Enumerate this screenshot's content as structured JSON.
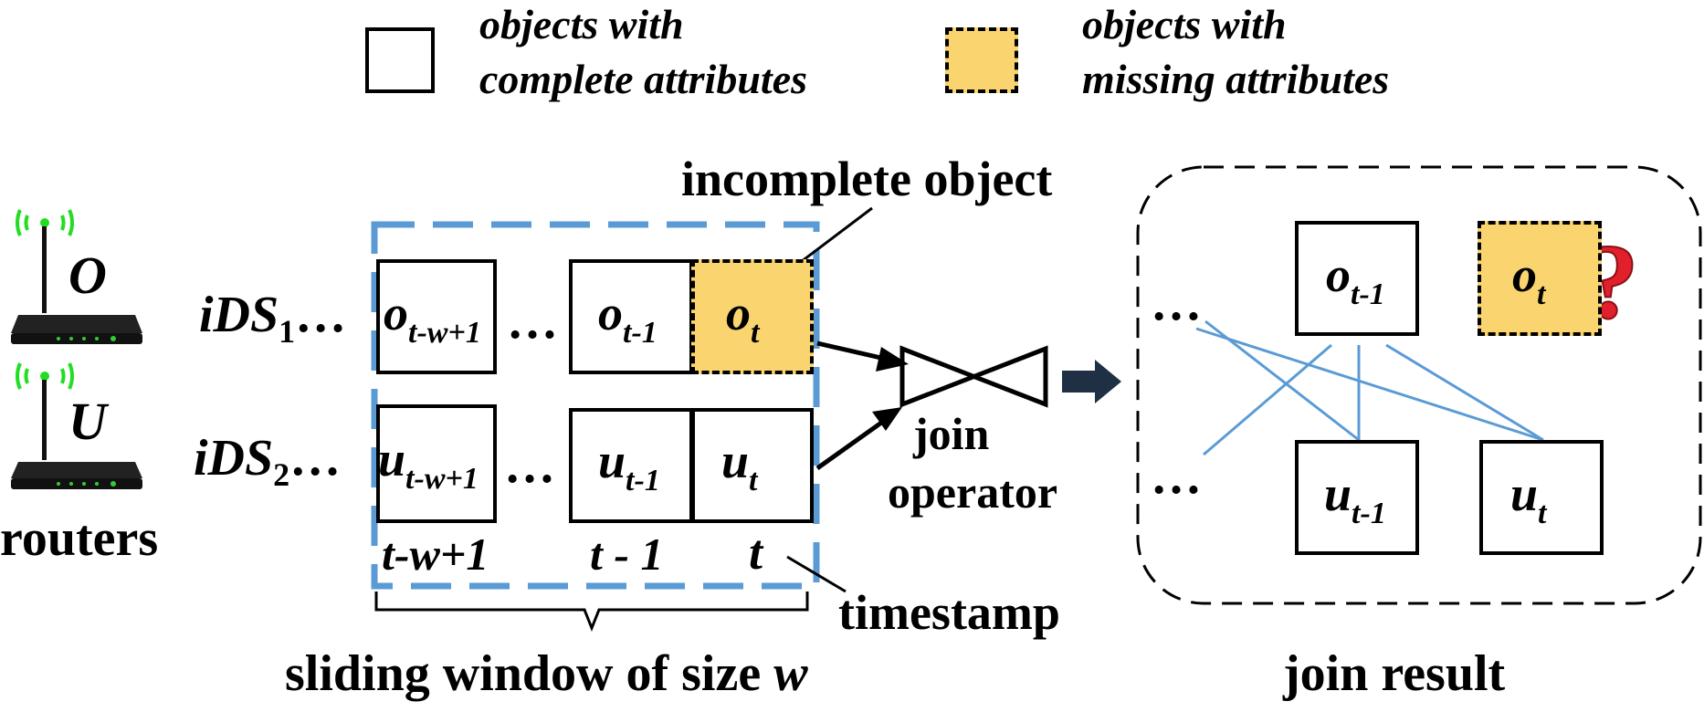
{
  "legend": {
    "complete": [
      "objects with",
      "complete attributes"
    ],
    "missing": [
      "objects with",
      "missing attributes"
    ]
  },
  "routers": {
    "label": "routers",
    "o": "O",
    "u": "U"
  },
  "streams": {
    "ids1": {
      "name": "iDS",
      "sub": "1",
      "dots": "…"
    },
    "ids2": {
      "name": "iDS",
      "sub": "2",
      "dots": "…"
    }
  },
  "cells": {
    "o_first": {
      "base": "o",
      "sub": "t-w+1"
    },
    "o_prev": {
      "base": "o",
      "sub": "t-1"
    },
    "o_t": {
      "base": "o",
      "sub": "t"
    },
    "u_first": {
      "base": "u",
      "sub": "t-w+1"
    },
    "u_prev": {
      "base": "u",
      "sub": "t-1"
    },
    "u_t": {
      "base": "u",
      "sub": "t"
    }
  },
  "middle_dots": "…",
  "timestamps": [
    "t-w+1",
    "t - 1",
    "t"
  ],
  "annotations": {
    "incomplete_object": "incomplete object",
    "join_operator": [
      "join",
      "operator"
    ],
    "timestamp": "timestamp",
    "sliding_window": "sliding window of size ",
    "sliding_window_var": "w",
    "join_result": "join result"
  },
  "result": {
    "o_prev": {
      "base": "o",
      "sub": "t-1"
    },
    "o_t": {
      "base": "o",
      "sub": "t"
    },
    "u_prev": {
      "base": "u",
      "sub": "t-1"
    },
    "u_t": {
      "base": "u",
      "sub": "t"
    },
    "dots": "…",
    "question_mark": "?"
  },
  "colors": {
    "missing_fill": "#fad46e",
    "window_border": "#5b9bd5",
    "link_line": "#5b9bd5",
    "wifi_green": "#22dd22",
    "question_red": "#e0202a"
  }
}
